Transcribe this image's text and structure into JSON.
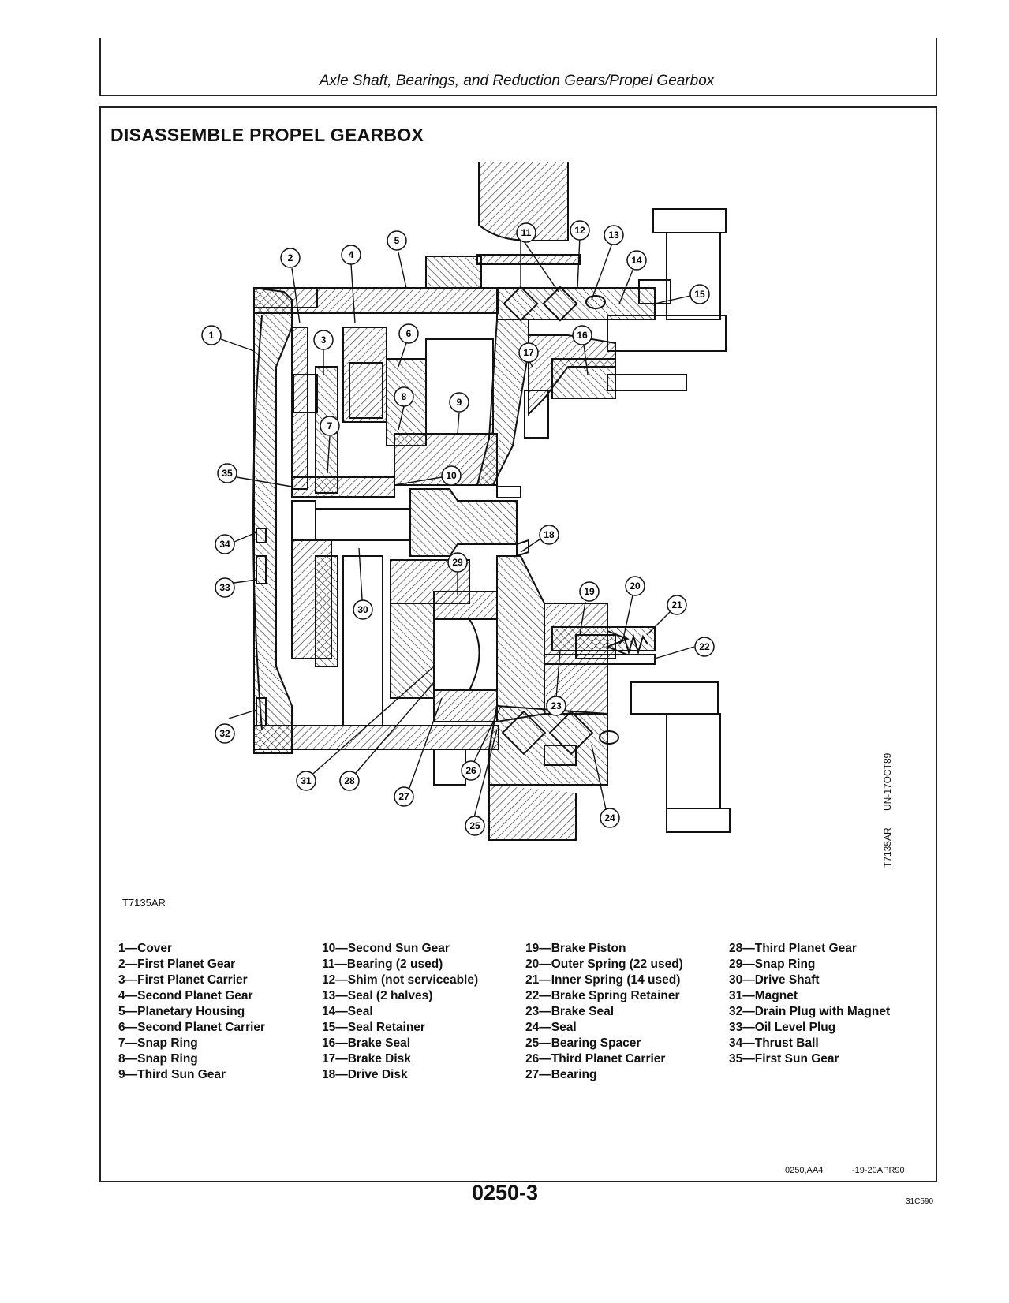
{
  "header": {
    "running_head": "Axle Shaft, Bearings, and Reduction Gears/Propel Gearbox"
  },
  "section": {
    "title": "DISASSEMBLE PROPEL GEARBOX"
  },
  "figure": {
    "id": "T7135AR",
    "side_code_top": "UN-17OCT89",
    "side_code_bottom": "T7135AR",
    "callouts": [
      "1",
      "2",
      "3",
      "4",
      "5",
      "6",
      "7",
      "8",
      "9",
      "10",
      "11",
      "12",
      "13",
      "14",
      "15",
      "16",
      "17",
      "18",
      "19",
      "20",
      "21",
      "22",
      "23",
      "24",
      "25",
      "26",
      "27",
      "28",
      "29",
      "30",
      "31",
      "32",
      "33",
      "34",
      "35"
    ]
  },
  "legend": {
    "columns": [
      [
        "1—Cover",
        "2—First Planet Gear",
        "3—First Planet Carrier",
        "4—Second Planet Gear",
        "5—Planetary Housing",
        "6—Second Planet Carrier",
        "7—Snap Ring",
        "8—Snap Ring",
        "9—Third Sun Gear"
      ],
      [
        "10—Second Sun Gear",
        "11—Bearing (2 used)",
        "12—Shim (not serviceable)",
        "13—Seal (2 halves)",
        "14—Seal",
        "15—Seal Retainer",
        "16—Brake Seal",
        "17—Brake Disk",
        "18—Drive Disk"
      ],
      [
        "19—Brake Piston",
        "20—Outer Spring (22 used)",
        "21—Inner Spring (14 used)",
        "22—Brake Spring Retainer",
        "23—Brake Seal",
        "24—Seal",
        "25—Bearing Spacer",
        "26—Third Planet Carrier",
        "27—Bearing"
      ],
      [
        "28—Third Planet Gear",
        "29—Snap Ring",
        "30—Drive Shaft",
        "31—Magnet",
        "32—Drain Plug with Magnet",
        "33—Oil Level Plug",
        "34—Thrust Ball",
        "35—First Sun Gear"
      ]
    ]
  },
  "footer": {
    "doc_code": "0250,AA4",
    "date_code": "-19-20APR90",
    "page_number": "0250-3",
    "corner_code": "31C590"
  }
}
